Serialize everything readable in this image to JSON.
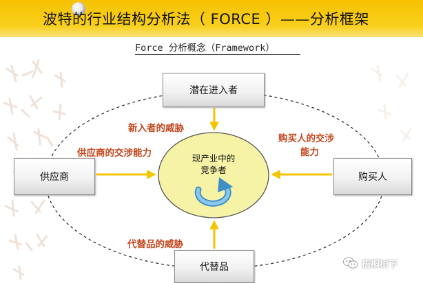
{
  "header": {
    "title": "波特的行业结构分析法（ FORCE ）——分析框架",
    "subtitle": "Force 分析概念（Framework）"
  },
  "nodes": {
    "top": "潜在进入者",
    "left": "供应商",
    "right": "购买人",
    "bottom": "代替品",
    "center_line1": "现产业中的",
    "center_line2": "竞争者"
  },
  "forces": {
    "new_entrants": "新入者的威胁",
    "suppliers": "供应商的交涉能力",
    "buyers_line1": "购买人的交涉",
    "buyers_line2": "能力",
    "substitutes": "代替品的威胁"
  },
  "watermark": {
    "text": "梧桐树下",
    "icon": "wechat-icon"
  },
  "colors": {
    "banner": "#f6c200",
    "arrow": "#f5c400",
    "center_fill": "#f7f3a6",
    "force_label": "#c4461c",
    "cycle_icon": "#5aa8d8"
  }
}
